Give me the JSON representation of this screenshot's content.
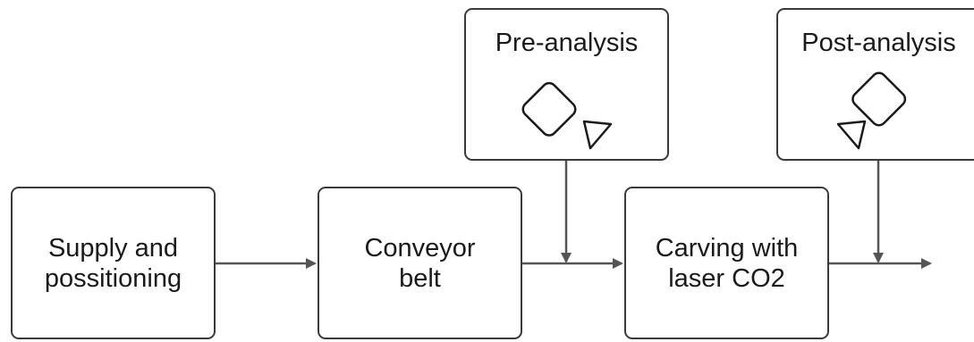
{
  "boxes": {
    "supply": {
      "label": "Supply and\npossitioning"
    },
    "conveyor": {
      "label": "Conveyor\nbelt"
    },
    "carving": {
      "label": "Carving with\nlaser CO2"
    },
    "pre_analysis": {
      "label": "Pre-analysis"
    },
    "post_analysis": {
      "label": "Post-analysis"
    }
  },
  "colors": {
    "stroke": "#3a3a3a",
    "arrow": "#555555"
  },
  "icons": {
    "pre_camera": "camera-icon",
    "post_camera": "camera-icon"
  }
}
